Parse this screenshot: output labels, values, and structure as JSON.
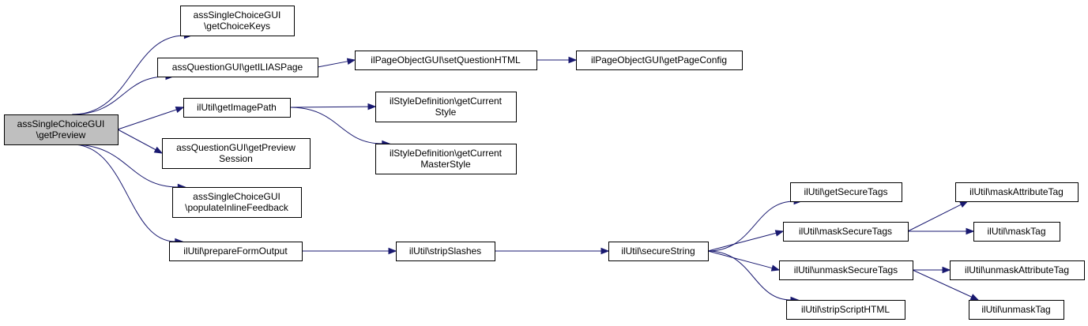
{
  "diagram": {
    "nodes": [
      {
        "id": "root",
        "lines": [
          "assSingleChoiceGUI",
          "\\getPreview"
        ],
        "root": true
      },
      {
        "id": "getChoiceKeys",
        "lines": [
          "assSingleChoiceGUI",
          "\\getChoiceKeys"
        ]
      },
      {
        "id": "getILIASPage",
        "lines": [
          "assQuestionGUI\\getILIASPage"
        ]
      },
      {
        "id": "getImagePath",
        "lines": [
          "ilUtil\\getImagePath"
        ]
      },
      {
        "id": "getPreviewSession",
        "lines": [
          "assQuestionGUI\\getPreview",
          "Session"
        ]
      },
      {
        "id": "populateInlineFeedback",
        "lines": [
          "assSingleChoiceGUI",
          "\\populateInlineFeedback"
        ]
      },
      {
        "id": "prepareFormOutput",
        "lines": [
          "ilUtil\\prepareFormOutput"
        ]
      },
      {
        "id": "setQuestionHTML",
        "lines": [
          "ilPageObjectGUI\\setQuestionHTML"
        ]
      },
      {
        "id": "getPageConfig",
        "lines": [
          "ilPageObjectGUI\\getPageConfig"
        ]
      },
      {
        "id": "getCurrentStyle",
        "lines": [
          "ilStyleDefinition\\getCurrent",
          "Style"
        ]
      },
      {
        "id": "getCurrentMasterStyle",
        "lines": [
          "ilStyleDefinition\\getCurrent",
          "MasterStyle"
        ]
      },
      {
        "id": "stripSlashes",
        "lines": [
          "ilUtil\\stripSlashes"
        ]
      },
      {
        "id": "secureString",
        "lines": [
          "ilUtil\\secureString"
        ]
      },
      {
        "id": "getSecureTags",
        "lines": [
          "ilUtil\\getSecureTags"
        ]
      },
      {
        "id": "maskSecureTags",
        "lines": [
          "ilUtil\\maskSecureTags"
        ]
      },
      {
        "id": "unmaskSecureTags",
        "lines": [
          "ilUtil\\unmaskSecureTags"
        ]
      },
      {
        "id": "stripScriptHTML",
        "lines": [
          "ilUtil\\stripScriptHTML"
        ]
      },
      {
        "id": "maskAttributeTag",
        "lines": [
          "ilUtil\\maskAttributeTag"
        ]
      },
      {
        "id": "maskTag",
        "lines": [
          "ilUtil\\maskTag"
        ]
      },
      {
        "id": "unmaskAttributeTag",
        "lines": [
          "ilUtil\\unmaskAttributeTag"
        ]
      },
      {
        "id": "unmaskTag",
        "lines": [
          "ilUtil\\unmaskTag"
        ]
      }
    ],
    "edges": [
      {
        "from": "root",
        "to": "getChoiceKeys"
      },
      {
        "from": "root",
        "to": "getILIASPage"
      },
      {
        "from": "root",
        "to": "getImagePath"
      },
      {
        "from": "root",
        "to": "getPreviewSession"
      },
      {
        "from": "root",
        "to": "populateInlineFeedback"
      },
      {
        "from": "root",
        "to": "prepareFormOutput"
      },
      {
        "from": "getILIASPage",
        "to": "setQuestionHTML"
      },
      {
        "from": "setQuestionHTML",
        "to": "getPageConfig"
      },
      {
        "from": "getImagePath",
        "to": "getCurrentStyle"
      },
      {
        "from": "getImagePath",
        "to": "getCurrentMasterStyle"
      },
      {
        "from": "prepareFormOutput",
        "to": "stripSlashes"
      },
      {
        "from": "stripSlashes",
        "to": "secureString"
      },
      {
        "from": "secureString",
        "to": "getSecureTags"
      },
      {
        "from": "secureString",
        "to": "maskSecureTags"
      },
      {
        "from": "secureString",
        "to": "unmaskSecureTags"
      },
      {
        "from": "secureString",
        "to": "stripScriptHTML"
      },
      {
        "from": "maskSecureTags",
        "to": "maskAttributeTag"
      },
      {
        "from": "maskSecureTags",
        "to": "maskTag"
      },
      {
        "from": "unmaskSecureTags",
        "to": "unmaskAttributeTag"
      },
      {
        "from": "unmaskSecureTags",
        "to": "unmaskTag"
      }
    ],
    "colors": {
      "edge": "#191970",
      "root_fill": "#bfbfbf",
      "node_fill": "#ffffff",
      "border": "#000000"
    }
  }
}
